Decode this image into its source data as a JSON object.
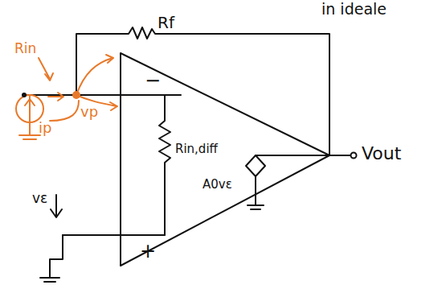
{
  "diagram": {
    "labels": [
      "in ideale",
      "Rf",
      "Rin",
      "−",
      "+",
      "Rin,diff",
      "A0vε",
      "ip",
      "vp",
      "vε",
      "Vout"
    ]
  }
}
